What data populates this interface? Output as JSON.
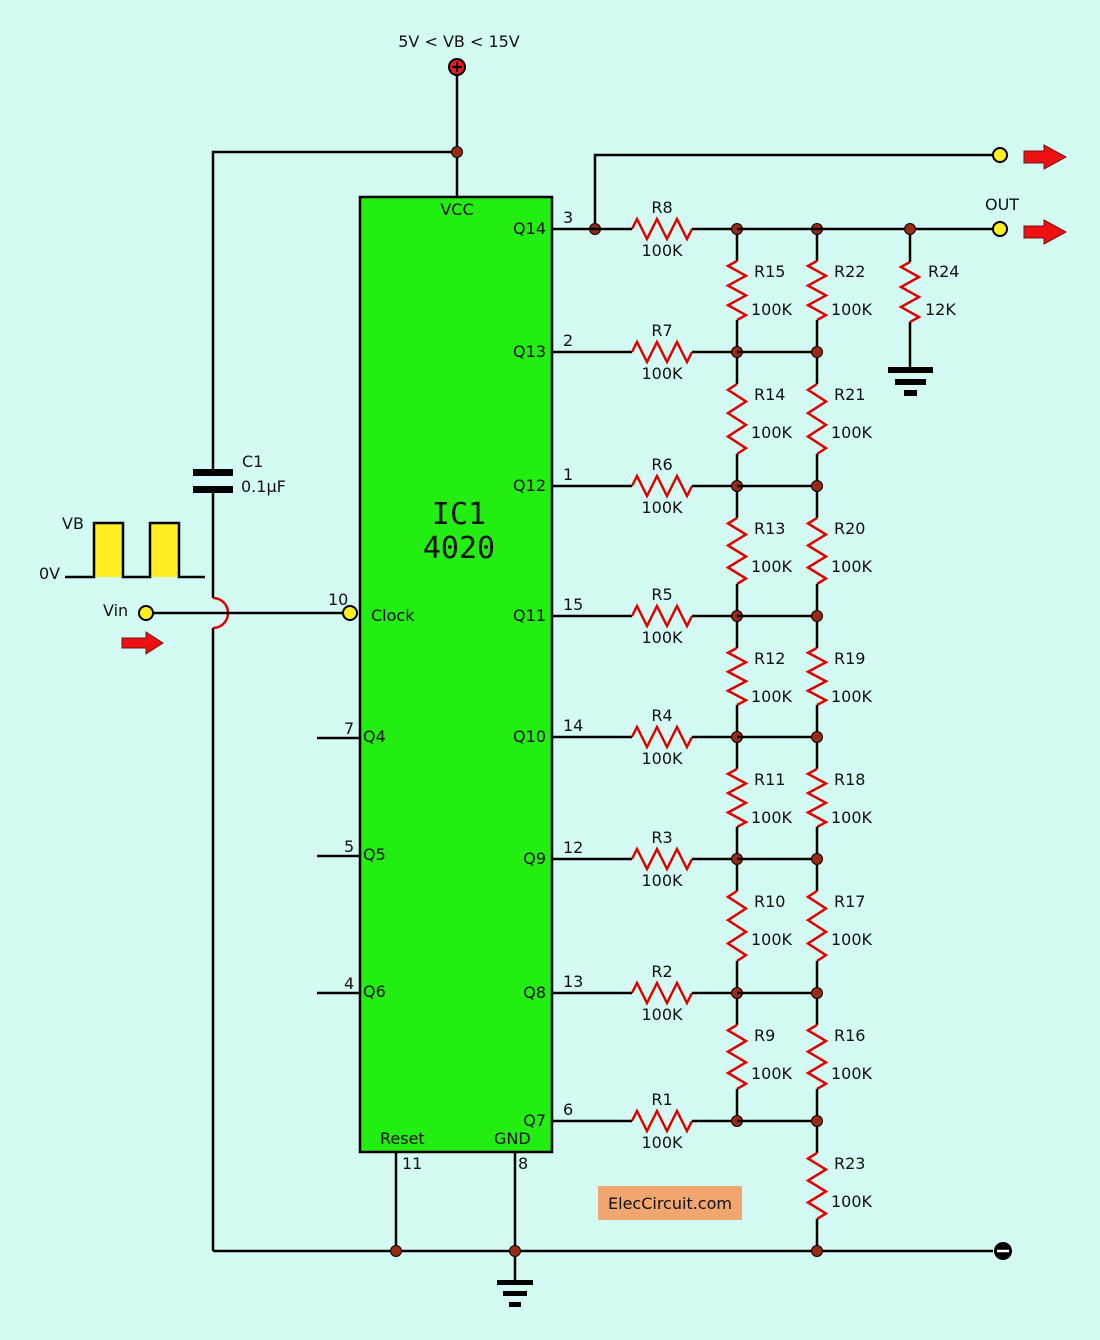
{
  "supply": {
    "label": "5V < VB < 15V"
  },
  "ic": {
    "name": "IC1",
    "part": "4020",
    "vcc": "VCC",
    "gnd": "GND",
    "reset": "Reset",
    "clock": "Clock",
    "outputs": [
      {
        "name": "Q14",
        "pin": "3"
      },
      {
        "name": "Q13",
        "pin": "2"
      },
      {
        "name": "Q12",
        "pin": "1"
      },
      {
        "name": "Q11",
        "pin": "15"
      },
      {
        "name": "Q10",
        "pin": "14"
      },
      {
        "name": "Q9",
        "pin": "12"
      },
      {
        "name": "Q8",
        "pin": "13"
      },
      {
        "name": "Q7",
        "pin": "6"
      }
    ],
    "left_pins": [
      {
        "name": "Q4",
        "pin": "7"
      },
      {
        "name": "Q5",
        "pin": "5"
      },
      {
        "name": "Q6",
        "pin": "4"
      }
    ],
    "clock_pin": "10",
    "reset_pin": "11",
    "gnd_pin": "8"
  },
  "capacitor": {
    "ref": "C1",
    "value": "0.1µF"
  },
  "input": {
    "vb": "VB",
    "zero": "0V",
    "vin": "Vin"
  },
  "output": {
    "label": "OUT"
  },
  "series_resistors": [
    {
      "ref": "R8",
      "value": "100K"
    },
    {
      "ref": "R7",
      "value": "100K"
    },
    {
      "ref": "R6",
      "value": "100K"
    },
    {
      "ref": "R5",
      "value": "100K"
    },
    {
      "ref": "R4",
      "value": "100K"
    },
    {
      "ref": "R3",
      "value": "100K"
    },
    {
      "ref": "R2",
      "value": "100K"
    },
    {
      "ref": "R1",
      "value": "100K"
    }
  ],
  "ladder_a": [
    {
      "ref": "R15",
      "value": "100K"
    },
    {
      "ref": "R14",
      "value": "100K"
    },
    {
      "ref": "R13",
      "value": "100K"
    },
    {
      "ref": "R12",
      "value": "100K"
    },
    {
      "ref": "R11",
      "value": "100K"
    },
    {
      "ref": "R10",
      "value": "100K"
    },
    {
      "ref": "R9",
      "value": "100K"
    }
  ],
  "ladder_b": [
    {
      "ref": "R22",
      "value": "100K"
    },
    {
      "ref": "R21",
      "value": "100K"
    },
    {
      "ref": "R20",
      "value": "100K"
    },
    {
      "ref": "R19",
      "value": "100K"
    },
    {
      "ref": "R18",
      "value": "100K"
    },
    {
      "ref": "R17",
      "value": "100K"
    },
    {
      "ref": "R16",
      "value": "100K"
    },
    {
      "ref": "R23",
      "value": "100K"
    }
  ],
  "load_resistor": {
    "ref": "R24",
    "value": "12K"
  },
  "watermark": "ElecCircuit.com",
  "colors": {
    "background": "#d4fbf3",
    "ic_body": "#22ee11",
    "resistor": "#e00000",
    "terminal": "#ffee22",
    "arrow": "#ee1111",
    "watermark_bg": "#f1a670",
    "pulse": "#ffee22"
  }
}
